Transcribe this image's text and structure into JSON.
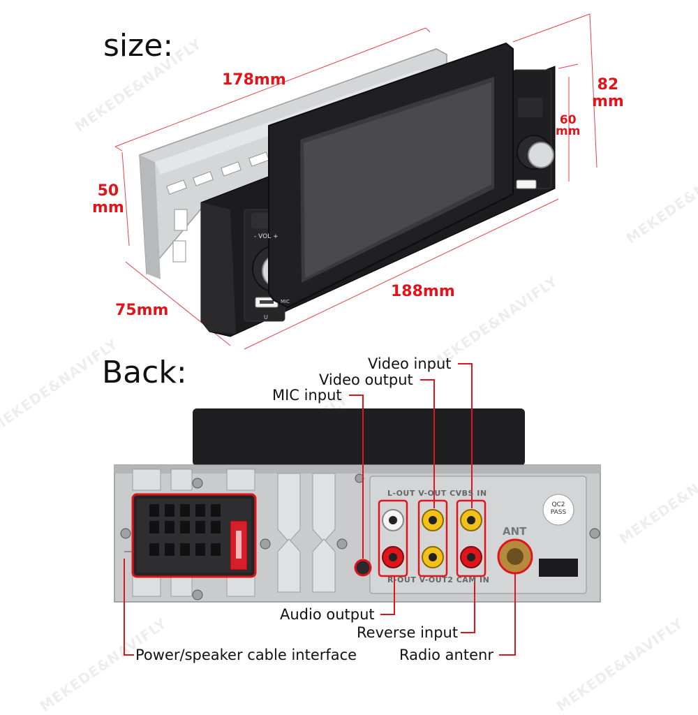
{
  "watermark": "MEKEDE&NAVIFLY",
  "size_section": {
    "heading": "size:",
    "dimensions": {
      "length": "178mm",
      "width": "188mm",
      "depth": "75mm",
      "height_50_value": "50",
      "height_50_unit": "mm",
      "height_82_value": "82",
      "height_82_unit": "mm",
      "height_60_value": "60",
      "height_60_unit": "mm"
    },
    "panel_labels": {
      "vol": "- VOL +",
      "mic": "MIC",
      "usb": "U"
    }
  },
  "back_section": {
    "heading": "Back:",
    "callouts": {
      "video_input": "Video input",
      "video_output": "Video output",
      "mic_input": "MIC input",
      "audio_output": "Audio output",
      "reverse_input": "Reverse input",
      "power_speaker": "Power/speaker cable interface",
      "radio_antenna": "Radio antenr"
    },
    "port_labels": {
      "top_row": "L-OUT V-OUT CVBS IN",
      "bottom_row": "R-OUT V-OUT2 CAM IN",
      "ant": "ANT",
      "badge_line1": "QC2",
      "badge_line2": "PASS"
    }
  },
  "colors": {
    "accent_red": "#e0141b",
    "chassis_silver": "#c9cbcd",
    "faceplate_black": "#1c1c1e",
    "rca_yellow": "#f2c21a"
  }
}
